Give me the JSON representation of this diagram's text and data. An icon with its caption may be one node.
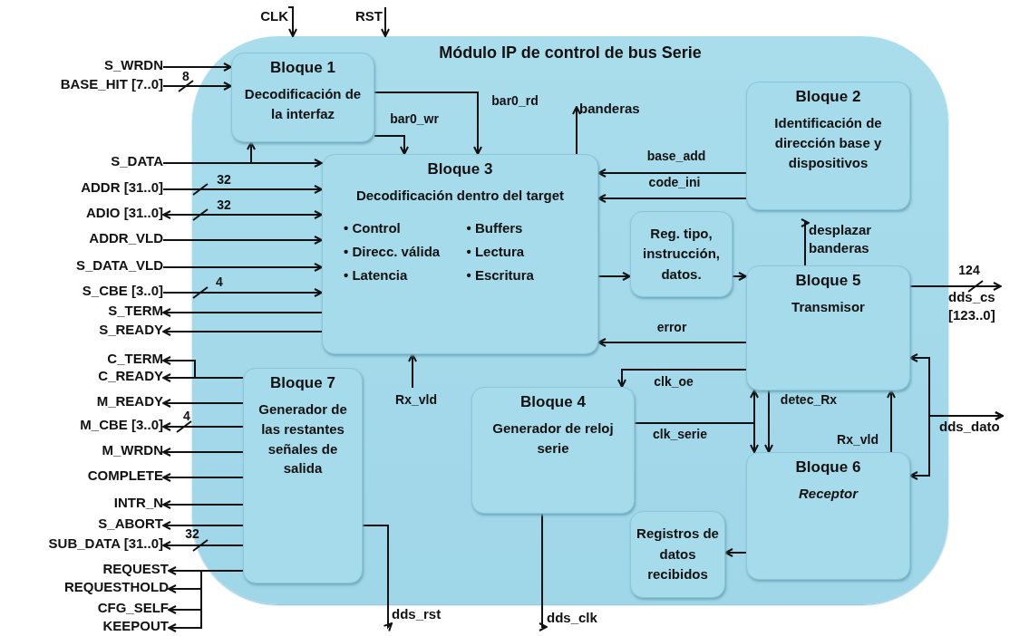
{
  "diagram": {
    "nodes": [
      {
        "text": [
          "CLK"
        ]
      },
      {
        "text": [
          "RST"
        ]
      },
      {
        "text": [
          "Módulo IP de control de bus Serie"
        ]
      },
      {
        "text": [
          "Bloque 1",
          "Decodificación de la interfaz"
        ],
        "in": 2
      },
      {
        "text": [
          "Bloque 2",
          "Identificación de dirección base y dispositivos"
        ],
        "in": 2
      },
      {
        "text": [
          "banderas"
        ],
        "in": 2
      },
      {
        "text": [
          "Bloque 3",
          "Decodificación dentro del target",
          "• Control",
          "• Buffers",
          "• Direcc. válida",
          "• Lectura",
          "• Latencia",
          "• Escritura"
        ],
        "in": 2
      },
      {
        "text": [
          "Reg. tipo, instrucción, datos."
        ],
        "in": 2
      },
      {
        "text": [
          "desplazar banderas"
        ],
        "in": 2
      },
      {
        "text": [
          "Bloque 5",
          "Transmisor"
        ],
        "in": 2
      },
      {
        "text": [
          "Bloque 7",
          "Generador de las restantes señales de salida"
        ],
        "in": 2
      },
      {
        "text": [
          "Bloque 4",
          "Generador de reloj serie"
        ],
        "in": 2
      },
      {
        "text": [
          "Bloque 6",
          "Receptor"
        ],
        "in": 2
      },
      {
        "text": [
          "Registros de datos recibidos"
        ],
        "in": 2
      },
      {
        "text": [
          "S_WRDN"
        ]
      },
      {
        "text": [
          "BASE_HIT [7..0]"
        ]
      },
      {
        "text": [
          "S_DATA"
        ]
      },
      {
        "text": [
          "ADDR [31..0]"
        ]
      },
      {
        "text": [
          "ADIO [31..0]"
        ]
      },
      {
        "text": [
          "ADDR_VLD"
        ]
      },
      {
        "text": [
          "S_DATA_VLD"
        ]
      },
      {
        "text": [
          "S_CBE [3..0]"
        ]
      },
      {
        "text": [
          "S_TERM"
        ]
      },
      {
        "text": [
          "S_READY"
        ]
      },
      {
        "text": [
          "C_TERM"
        ]
      },
      {
        "text": [
          "C_READY"
        ]
      },
      {
        "text": [
          "M_READY"
        ]
      },
      {
        "text": [
          "M_CBE [3..0]"
        ]
      },
      {
        "text": [
          "M_WRDN"
        ]
      },
      {
        "text": [
          "COMPLETE"
        ]
      },
      {
        "text": [
          "INTR_N"
        ]
      },
      {
        "text": [
          "S_ABORT"
        ]
      },
      {
        "text": [
          "SUB_DATA [31..0]"
        ]
      },
      {
        "text": [
          "REQUEST"
        ]
      },
      {
        "text": [
          "REQUESTHOLD"
        ]
      },
      {
        "text": [
          "CFG_SELF"
        ]
      },
      {
        "text": [
          "KEEPOUT"
        ]
      },
      {
        "text": [
          "dds_cs [123..0]"
        ]
      },
      {
        "text": [
          "dds_dato"
        ]
      },
      {
        "text": [
          "dds_rst"
        ]
      },
      {
        "text": [
          "dds_clk"
        ]
      }
    ],
    "edges": [
      {
        "from": 0,
        "to": 2,
        "arrow": "to"
      },
      {
        "from": 1,
        "to": 2,
        "arrow": "to"
      },
      {
        "from": 14,
        "to": 3,
        "arrow": "to"
      },
      {
        "from": 15,
        "to": 3,
        "arrow": "to",
        "label": "8"
      },
      {
        "from": 16,
        "to": 3,
        "arrow": "to"
      },
      {
        "from": 16,
        "to": 6,
        "arrow": "to"
      },
      {
        "from": 17,
        "to": 6,
        "arrow": "to",
        "label": "32"
      },
      {
        "from": 18,
        "to": 6,
        "arrow": "both",
        "label": "32"
      },
      {
        "from": 19,
        "to": 6,
        "arrow": "to"
      },
      {
        "from": 20,
        "to": 6,
        "arrow": "to"
      },
      {
        "from": 21,
        "to": 6,
        "arrow": "to",
        "label": "4"
      },
      {
        "from": 6,
        "to": 22,
        "arrow": "to"
      },
      {
        "from": 6,
        "to": 23,
        "arrow": "to"
      },
      {
        "from": 3,
        "to": 6,
        "arrow": "to",
        "label": "bar0_wr"
      },
      {
        "from": 3,
        "to": 6,
        "arrow": "to",
        "label": "bar0_rd"
      },
      {
        "from": 6,
        "to": 5,
        "arrow": "to"
      },
      {
        "from": 4,
        "to": 6,
        "arrow": "to",
        "label": "base_add"
      },
      {
        "from": 4,
        "to": 6,
        "arrow": "to",
        "label": "code_ini"
      },
      {
        "from": 6,
        "to": 7,
        "arrow": "to"
      },
      {
        "from": 7,
        "to": 9,
        "arrow": "to"
      },
      {
        "from": 9,
        "to": 8,
        "arrow": "to"
      },
      {
        "from": 9,
        "to": 6,
        "arrow": "to",
        "label": "error"
      },
      {
        "from": 9,
        "to": 37,
        "arrow": "to",
        "label": "124"
      },
      {
        "from": null,
        "to": 6,
        "arrow": "to",
        "label": "Rx_vld"
      },
      {
        "from": 9,
        "to": 11,
        "arrow": "to",
        "label": "clk_oe"
      },
      {
        "from": 11,
        "to": 9,
        "arrow": "to",
        "label": "clk_serie"
      },
      {
        "from": 11,
        "to": 12,
        "arrow": "to"
      },
      {
        "from": 9,
        "to": 12,
        "arrow": "to",
        "label": "detec_Rx"
      },
      {
        "from": 12,
        "to": 9,
        "arrow": "to",
        "label": "Rx_vld"
      },
      {
        "from": 38,
        "to": 9,
        "arrow": "both"
      },
      {
        "from": 38,
        "to": 12,
        "arrow": "both"
      },
      {
        "from": 12,
        "to": 13,
        "arrow": "to"
      },
      {
        "from": 10,
        "to": 24,
        "arrow": "to"
      },
      {
        "from": 10,
        "to": 25,
        "arrow": "to"
      },
      {
        "from": 10,
        "to": 26,
        "arrow": "to"
      },
      {
        "from": 10,
        "to": 27,
        "arrow": "to",
        "label": "4"
      },
      {
        "from": 10,
        "to": 28,
        "arrow": "to"
      },
      {
        "from": 10,
        "to": 29,
        "arrow": "to"
      },
      {
        "from": 10,
        "to": 30,
        "arrow": "to"
      },
      {
        "from": 10,
        "to": 31,
        "arrow": "to"
      },
      {
        "from": 10,
        "to": 32,
        "arrow": "to",
        "label": "32"
      },
      {
        "from": 10,
        "to": 33,
        "arrow": "to"
      },
      {
        "from": 10,
        "to": 34,
        "arrow": "to"
      },
      {
        "from": 10,
        "to": 35,
        "arrow": "to"
      },
      {
        "from": 10,
        "to": 36,
        "arrow": "to"
      },
      {
        "from": 10,
        "to": 39,
        "arrow": "to"
      },
      {
        "from": 11,
        "to": 40,
        "arrow": "to"
      }
    ]
  }
}
